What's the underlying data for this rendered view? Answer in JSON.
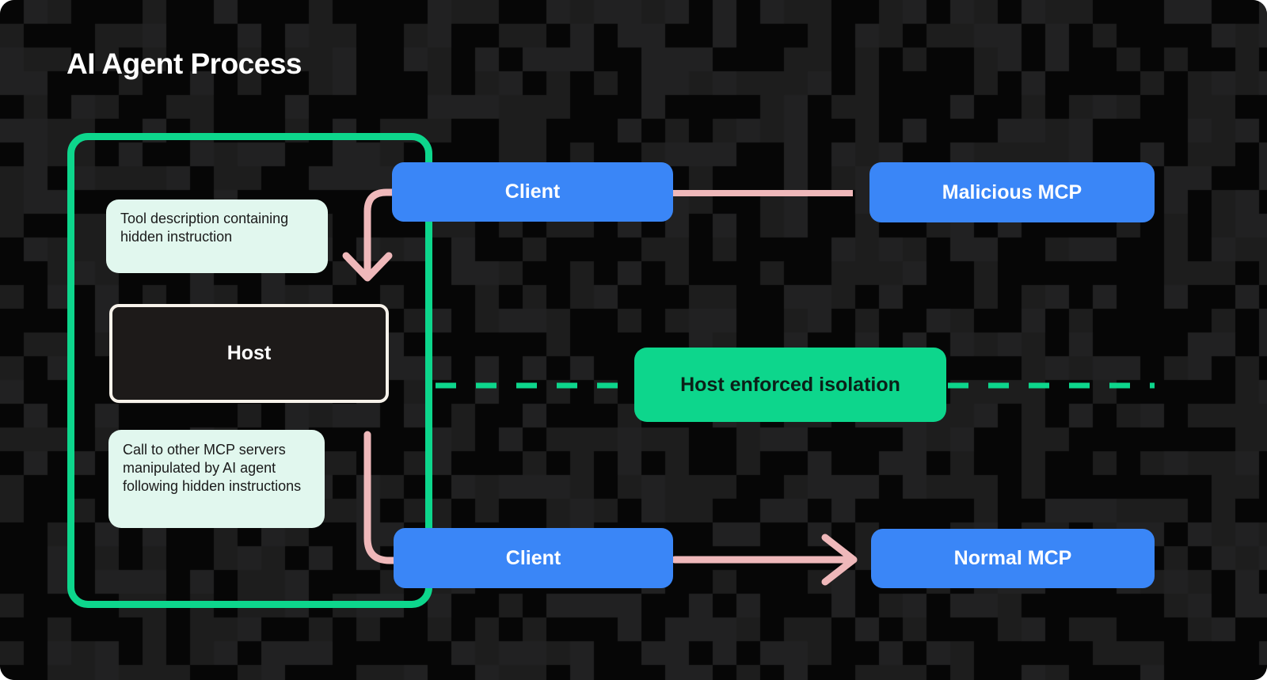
{
  "title": "AI Agent Process",
  "colors": {
    "card_bg": "#060606",
    "tile_a": "#1d1d1d",
    "tile_b": "#212122",
    "green": "#0dd68c",
    "blue": "#3a86f7",
    "pink": "#efb8ba",
    "mint": "#e1f7ee",
    "host_bg": "#1d1a19",
    "host_border": "#f7f2ea"
  },
  "container": {
    "tool_note": "Tool description containing hidden instruction",
    "host": "Host",
    "call_note": "Call to other MCP servers manipulated by AI agent following hidden instructions"
  },
  "nodes": {
    "client_top": "Client",
    "malicious_mcp": "Malicious MCP",
    "isolation": "Host enforced isolation",
    "client_bottom": "Client",
    "normal_mcp": "Normal MCP"
  }
}
